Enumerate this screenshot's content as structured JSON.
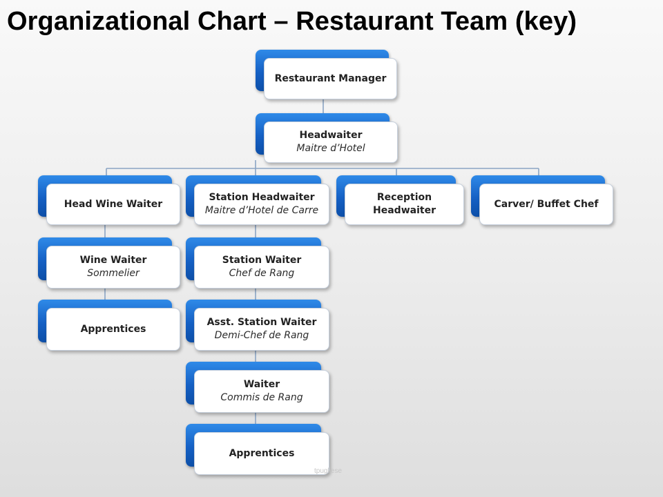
{
  "title": "Organizational Chart – Restaurant Team (key)",
  "footer_text": "tpugliese",
  "colors": {
    "box_accent": "#1a6fd6",
    "connector": "#8aa4c4",
    "title": "#000000"
  },
  "nodes": {
    "restaurant_manager": {
      "title": "Restaurant Manager",
      "subtitle": ""
    },
    "headwaiter": {
      "title": "Headwaiter",
      "subtitle": "Maitre d’Hotel"
    },
    "head_wine_waiter": {
      "title": "Head Wine Waiter",
      "subtitle": ""
    },
    "station_headwaiter": {
      "title": "Station Headwaiter",
      "subtitle": "Maitre d’Hotel de Carre"
    },
    "reception_headwaiter": {
      "title": "Reception Headwaiter",
      "subtitle": ""
    },
    "carver_buffet_chef": {
      "title": "Carver/ Buffet Chef",
      "subtitle": ""
    },
    "wine_waiter": {
      "title": "Wine Waiter",
      "subtitle": "Sommelier"
    },
    "apprentices_wine": {
      "title": "Apprentices",
      "subtitle": ""
    },
    "station_waiter": {
      "title": "Station Waiter",
      "subtitle": "Chef de Rang"
    },
    "asst_station_waiter": {
      "title": "Asst. Station Waiter",
      "subtitle": "Demi-Chef de Rang"
    },
    "waiter": {
      "title": "Waiter",
      "subtitle": "Commis de Rang"
    },
    "apprentices_station": {
      "title": "Apprentices",
      "subtitle": ""
    }
  }
}
